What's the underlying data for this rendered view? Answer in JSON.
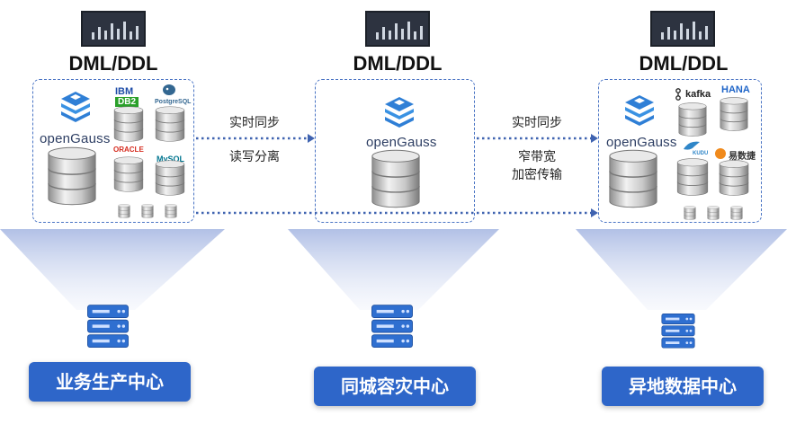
{
  "centers": [
    {
      "title": "DML/DDL",
      "label": "业务生产中心",
      "logo": "openGauss",
      "tiles": {
        "ibm": "IBM",
        "db2": "DB2",
        "postgres": "PostgreSQL",
        "oracle": "ORACLE",
        "mysql": "MySQL"
      }
    },
    {
      "title": "DML/DDL",
      "label": "同城容灾中心",
      "logo": "openGauss"
    },
    {
      "title": "DML/DDL",
      "label": "异地数据中心",
      "logo": "openGauss",
      "tiles": {
        "kafka": "kafka",
        "hana": "HANA",
        "kudu": "KUDU",
        "yishujie": "易数捷"
      }
    }
  ],
  "links": [
    {
      "lines": [
        "实时同步",
        "读写分离"
      ]
    },
    {
      "lines": [
        "实时同步",
        "窄带宽",
        "加密传输"
      ]
    }
  ],
  "colors": {
    "accent": "#2e66c9",
    "dashed": "#4a74c4",
    "arrow": "#3f63b0",
    "beam": "#c9d3ee"
  }
}
